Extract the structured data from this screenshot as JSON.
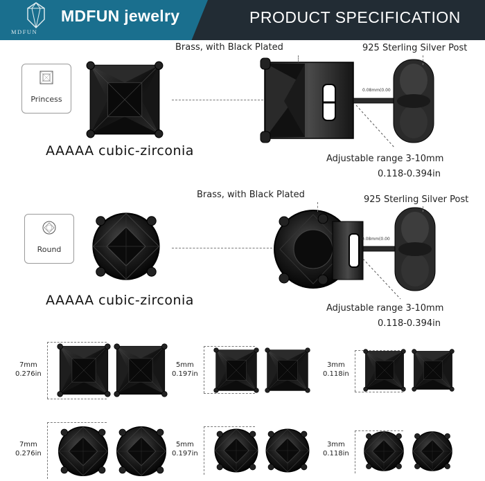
{
  "header": {
    "brand": "MDFUN jewelry",
    "logo_text": "MDFUN",
    "title": "PRODUCT SPECIFICATION",
    "colors": {
      "banner_blue": "#1a6f8e",
      "banner_dark": "#222c34"
    }
  },
  "princess": {
    "shape_label": "Princess",
    "stone_label": "AAAAA cubic-zirconia",
    "material_label": "Brass, with Black Plated",
    "post_label": "925 Sterling Silver Post",
    "post_gauge": "0.08mm(0.00",
    "range_label": "Adjustable range 3-10mm",
    "range_in": "0.118-0.394in"
  },
  "round": {
    "shape_label": "Round",
    "stone_label": "AAAAA cubic-zirconia",
    "material_label": "Brass, with Black Plated",
    "post_label": "925 Sterling Silver Post",
    "post_gauge": "0.08mm(0.00",
    "range_label": "Adjustable range 3-10mm",
    "range_in": "0.118-0.394in"
  },
  "sizes_square": [
    {
      "mm": "7mm",
      "in": "0.276in"
    },
    {
      "mm": "5mm",
      "in": "0.197in"
    },
    {
      "mm": "3mm",
      "in": "0.118in"
    }
  ],
  "sizes_round": [
    {
      "mm": "7mm",
      "in": "0.276in"
    },
    {
      "mm": "5mm",
      "in": "0.197in"
    },
    {
      "mm": "3mm",
      "in": "0.118in"
    }
  ]
}
